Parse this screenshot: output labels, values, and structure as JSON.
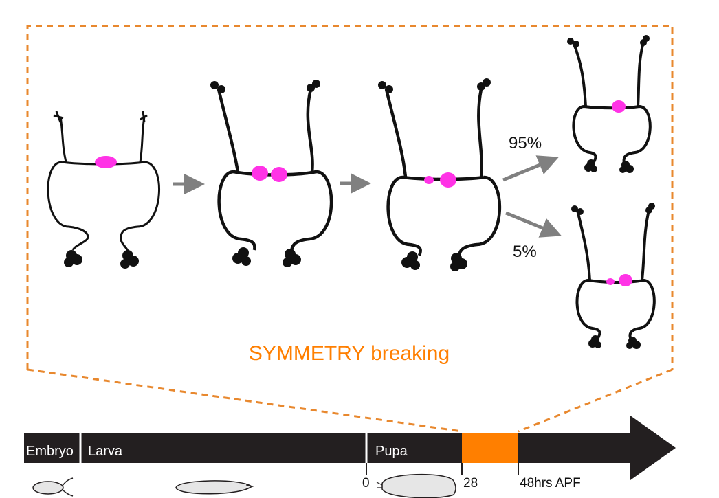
{
  "title": "SYMMETRY breaking",
  "outcomes": [
    {
      "percent": "95%"
    },
    {
      "percent": "5%"
    }
  ],
  "timeline": {
    "stages": [
      {
        "label": "Embryo"
      },
      {
        "label": "Larva"
      },
      {
        "label": "Pupa"
      }
    ],
    "ticks": [
      {
        "label": "0"
      },
      {
        "label": "28"
      },
      {
        "label": "48hrs APF"
      }
    ]
  },
  "colors": {
    "accent": "#ff7f00",
    "frame": "#e8882e",
    "highlight": "#ff33e6",
    "bar": "#231f20",
    "arrow": "#808080",
    "silhouette": "#e6e6e6"
  }
}
